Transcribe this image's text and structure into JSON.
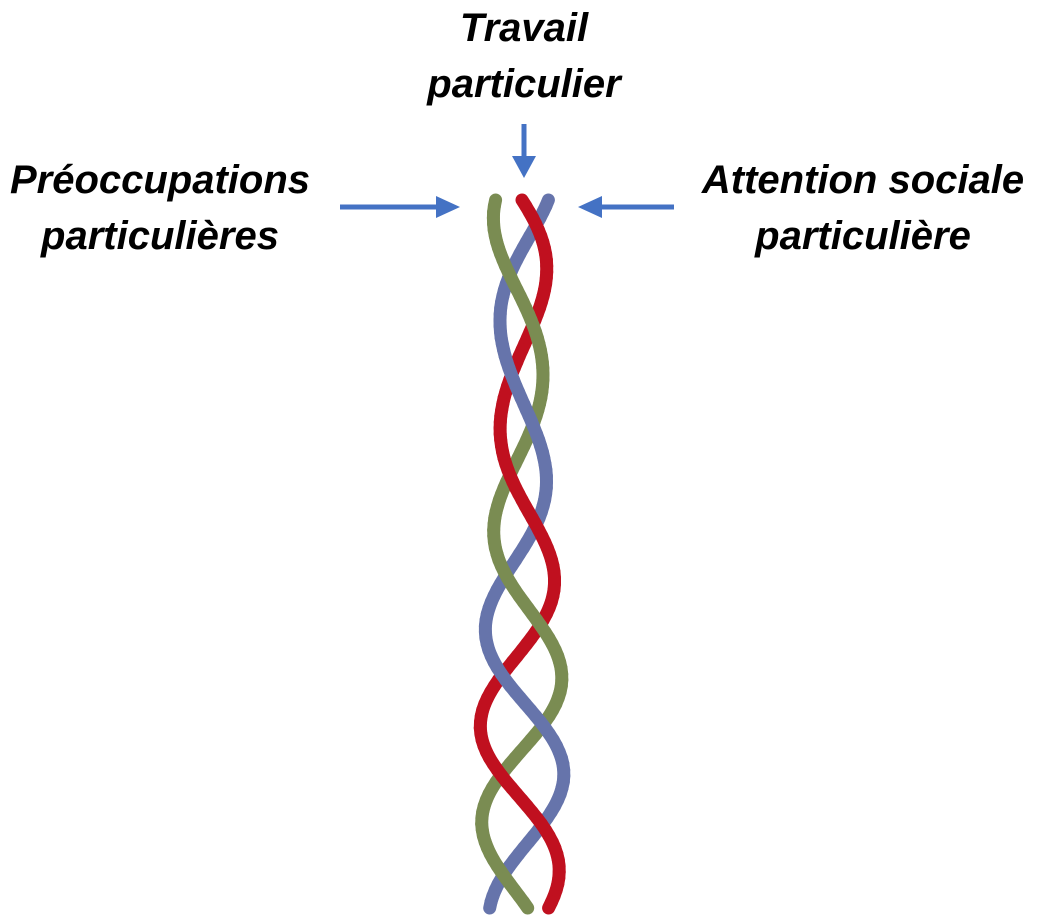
{
  "labels": {
    "top": {
      "line1": "Travail",
      "line2": "particulier"
    },
    "left": {
      "line1": "Préoccupations",
      "line2": "particulières"
    },
    "right": {
      "line1": "Attention sociale",
      "line2": "particulière"
    }
  },
  "colors": {
    "arrow": "#4472c4",
    "strand_red": "#c0101f",
    "strand_blue": "#6674ab",
    "strand_green": "#7a8c52",
    "text": "#000000"
  },
  "icons": {
    "arrow_top": "arrow-down-icon",
    "arrow_left": "arrow-right-icon",
    "arrow_right": "arrow-left-icon"
  }
}
